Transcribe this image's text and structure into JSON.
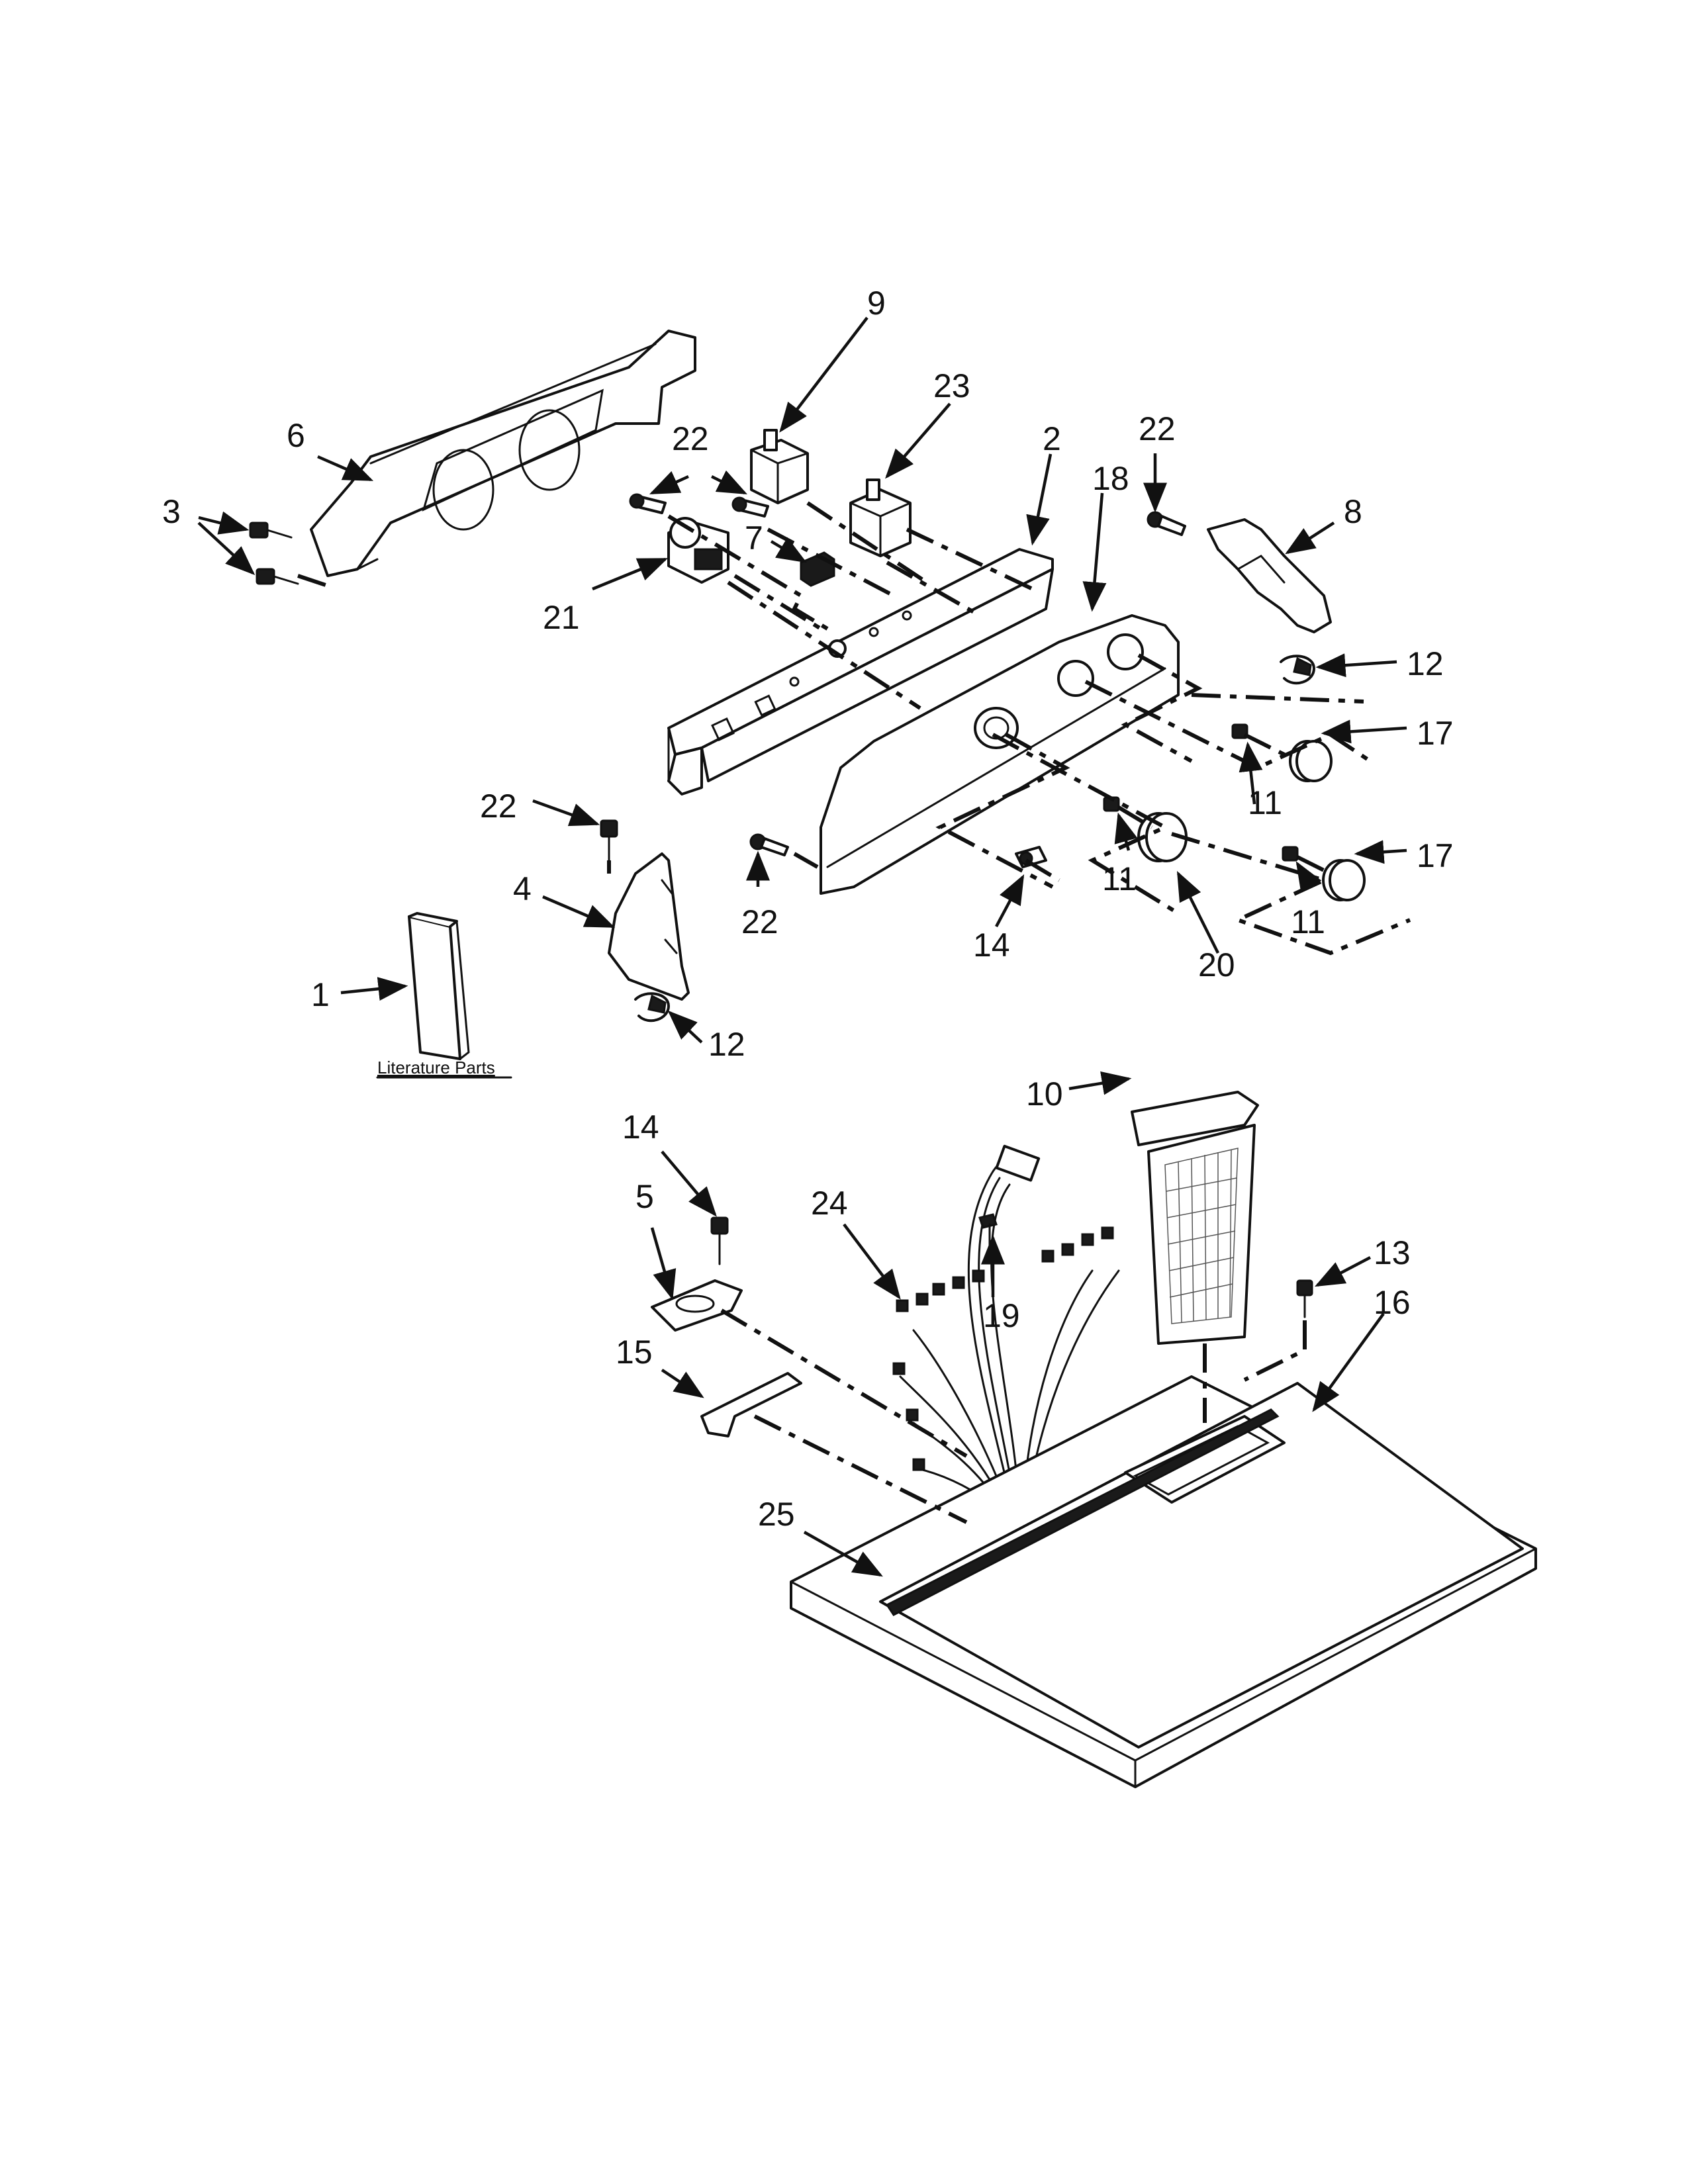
{
  "callouts": {
    "c1": "1",
    "c2": "2",
    "c3": "3",
    "c4": "4",
    "c5": "5",
    "c6": "6",
    "c7": "7",
    "c8": "8",
    "c9": "9",
    "c10": "10",
    "c11a": "11",
    "c11b": "11",
    "c11c": "11",
    "c12a": "12",
    "c12b": "12",
    "c13": "13",
    "c14a": "14",
    "c14b": "14",
    "c15": "15",
    "c16": "16",
    "c17a": "17",
    "c17b": "17",
    "c18": "18",
    "c19": "19",
    "c20": "20",
    "c21": "21",
    "c22a": "22",
    "c22b": "22",
    "c22c": "22",
    "c22d": "22",
    "c23": "23",
    "c24": "24",
    "c25": "25"
  },
  "literature_label": "Literature Parts",
  "colors": {
    "line": "#111111",
    "background": "#ffffff"
  }
}
